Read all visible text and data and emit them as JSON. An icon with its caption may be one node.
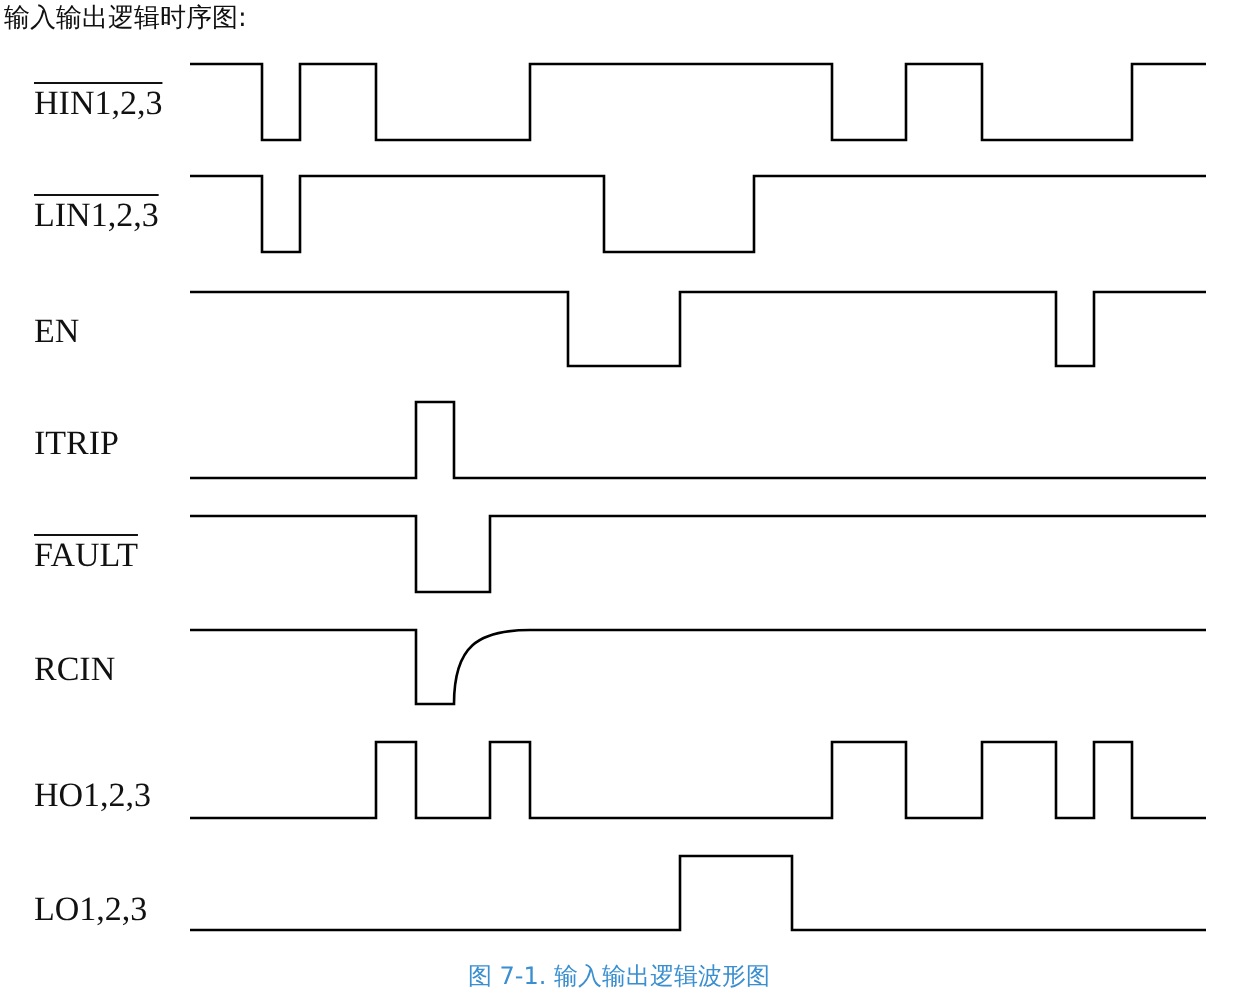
{
  "diagram": {
    "title": "输入输出逻辑时序图:",
    "caption": "图 7-1. 输入输出逻辑波形图",
    "labels": [
      "HIN1,2,3",
      "LIN1,2,3",
      "EN",
      "ITRIP",
      "FAULT",
      "RCIN",
      "HO1,2,3",
      "LO1,2,3"
    ]
  }
}
